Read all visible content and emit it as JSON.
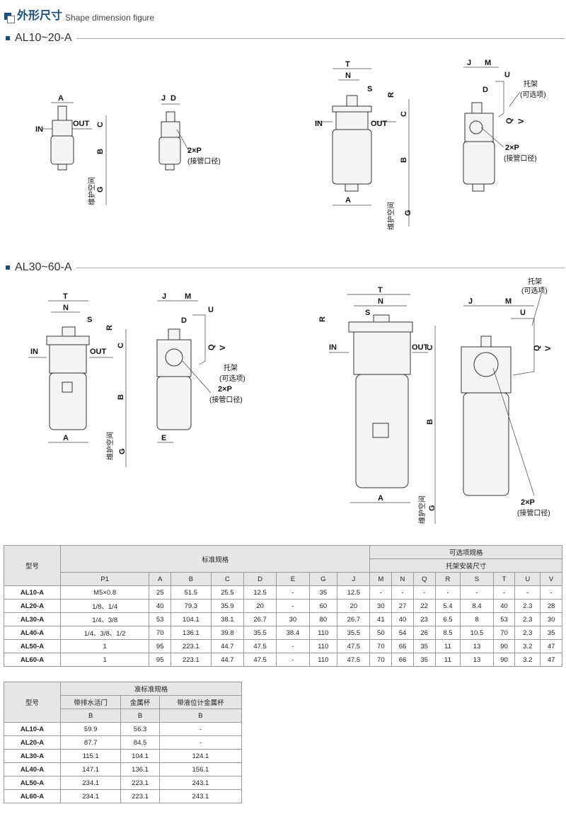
{
  "header": {
    "title_zh": "外形尺寸",
    "title_en": "Shape dimension figure"
  },
  "sections": [
    {
      "title": "AL10~20-A"
    },
    {
      "title": "AL30~60-A"
    }
  ],
  "labels": {
    "A": "A",
    "B": "B",
    "C": "C",
    "D": "D",
    "E": "E",
    "G": "G",
    "J": "J",
    "M": "M",
    "N": "N",
    "Q": "Q",
    "R": "R",
    "S": "S",
    "T": "T",
    "U": "U",
    "V": "V",
    "IN": "IN",
    "OUT": "OUT",
    "port": "2×P",
    "port_note": "(接管口径)",
    "maint": "维护空间",
    "bracket": "托架",
    "optional": "(可选项)"
  },
  "table1": {
    "model_header": "型号",
    "standard_header": "标准规格",
    "optional_header": "可选项规格",
    "bracket_header": "托架安装尺寸",
    "columns": [
      "P1",
      "A",
      "B",
      "C",
      "D",
      "E",
      "G",
      "J",
      "M",
      "N",
      "Q",
      "R",
      "S",
      "T",
      "U",
      "V"
    ],
    "rows": [
      [
        "AL10-A",
        "M5×0.8",
        "25",
        "51.5",
        "25.5",
        "12.5",
        "-",
        "35",
        "12.5",
        "-",
        "-",
        "-",
        "-",
        "-",
        "-",
        "-",
        "-"
      ],
      [
        "AL20-A",
        "1/8、1/4",
        "40",
        "79.3",
        "35.9",
        "20",
        "-",
        "60",
        "20",
        "30",
        "27",
        "22",
        "5.4",
        "8.4",
        "40",
        "2.3",
        "28"
      ],
      [
        "AL30-A",
        "1/4、3/8",
        "53",
        "104.1",
        "38.1",
        "26.7",
        "30",
        "80",
        "26.7",
        "41",
        "40",
        "23",
        "6.5",
        "8",
        "53",
        "2.3",
        "30"
      ],
      [
        "AL40-A",
        "1/4、3/8、1/2",
        "70",
        "136.1",
        "39.8",
        "35.5",
        "38.4",
        "110",
        "35.5",
        "50",
        "54",
        "26",
        "8.5",
        "10.5",
        "70",
        "2.3",
        "35"
      ],
      [
        "AL50-A",
        "1",
        "95",
        "223.1",
        "44.7",
        "47.5",
        "-",
        "110",
        "47.5",
        "70",
        "66",
        "35",
        "11",
        "13",
        "90",
        "3.2",
        "47"
      ],
      [
        "AL60-A",
        "1",
        "95",
        "223.1",
        "44.7",
        "47.5",
        "-",
        "110",
        "47.5",
        "70",
        "66",
        "35",
        "11",
        "13",
        "90",
        "3.2",
        "47"
      ]
    ]
  },
  "table2": {
    "model_header": "型号",
    "group_header": "准标准规格",
    "columns": [
      "带排水活门",
      "金属杯",
      "带液位计金属杯"
    ],
    "sub": "B",
    "rows": [
      [
        "AL10-A",
        "59.9",
        "56.3",
        "-"
      ],
      [
        "AL20-A",
        "87.7",
        "84.5",
        "-"
      ],
      [
        "AL30-A",
        "115.1",
        "104.1",
        "124.1"
      ],
      [
        "AL40-A",
        "147.1",
        "136.1",
        "156.1"
      ],
      [
        "AL50-A",
        "234.1",
        "223.1",
        "243.1"
      ],
      [
        "AL60-A",
        "234.1",
        "223.1",
        "243.1"
      ]
    ]
  }
}
